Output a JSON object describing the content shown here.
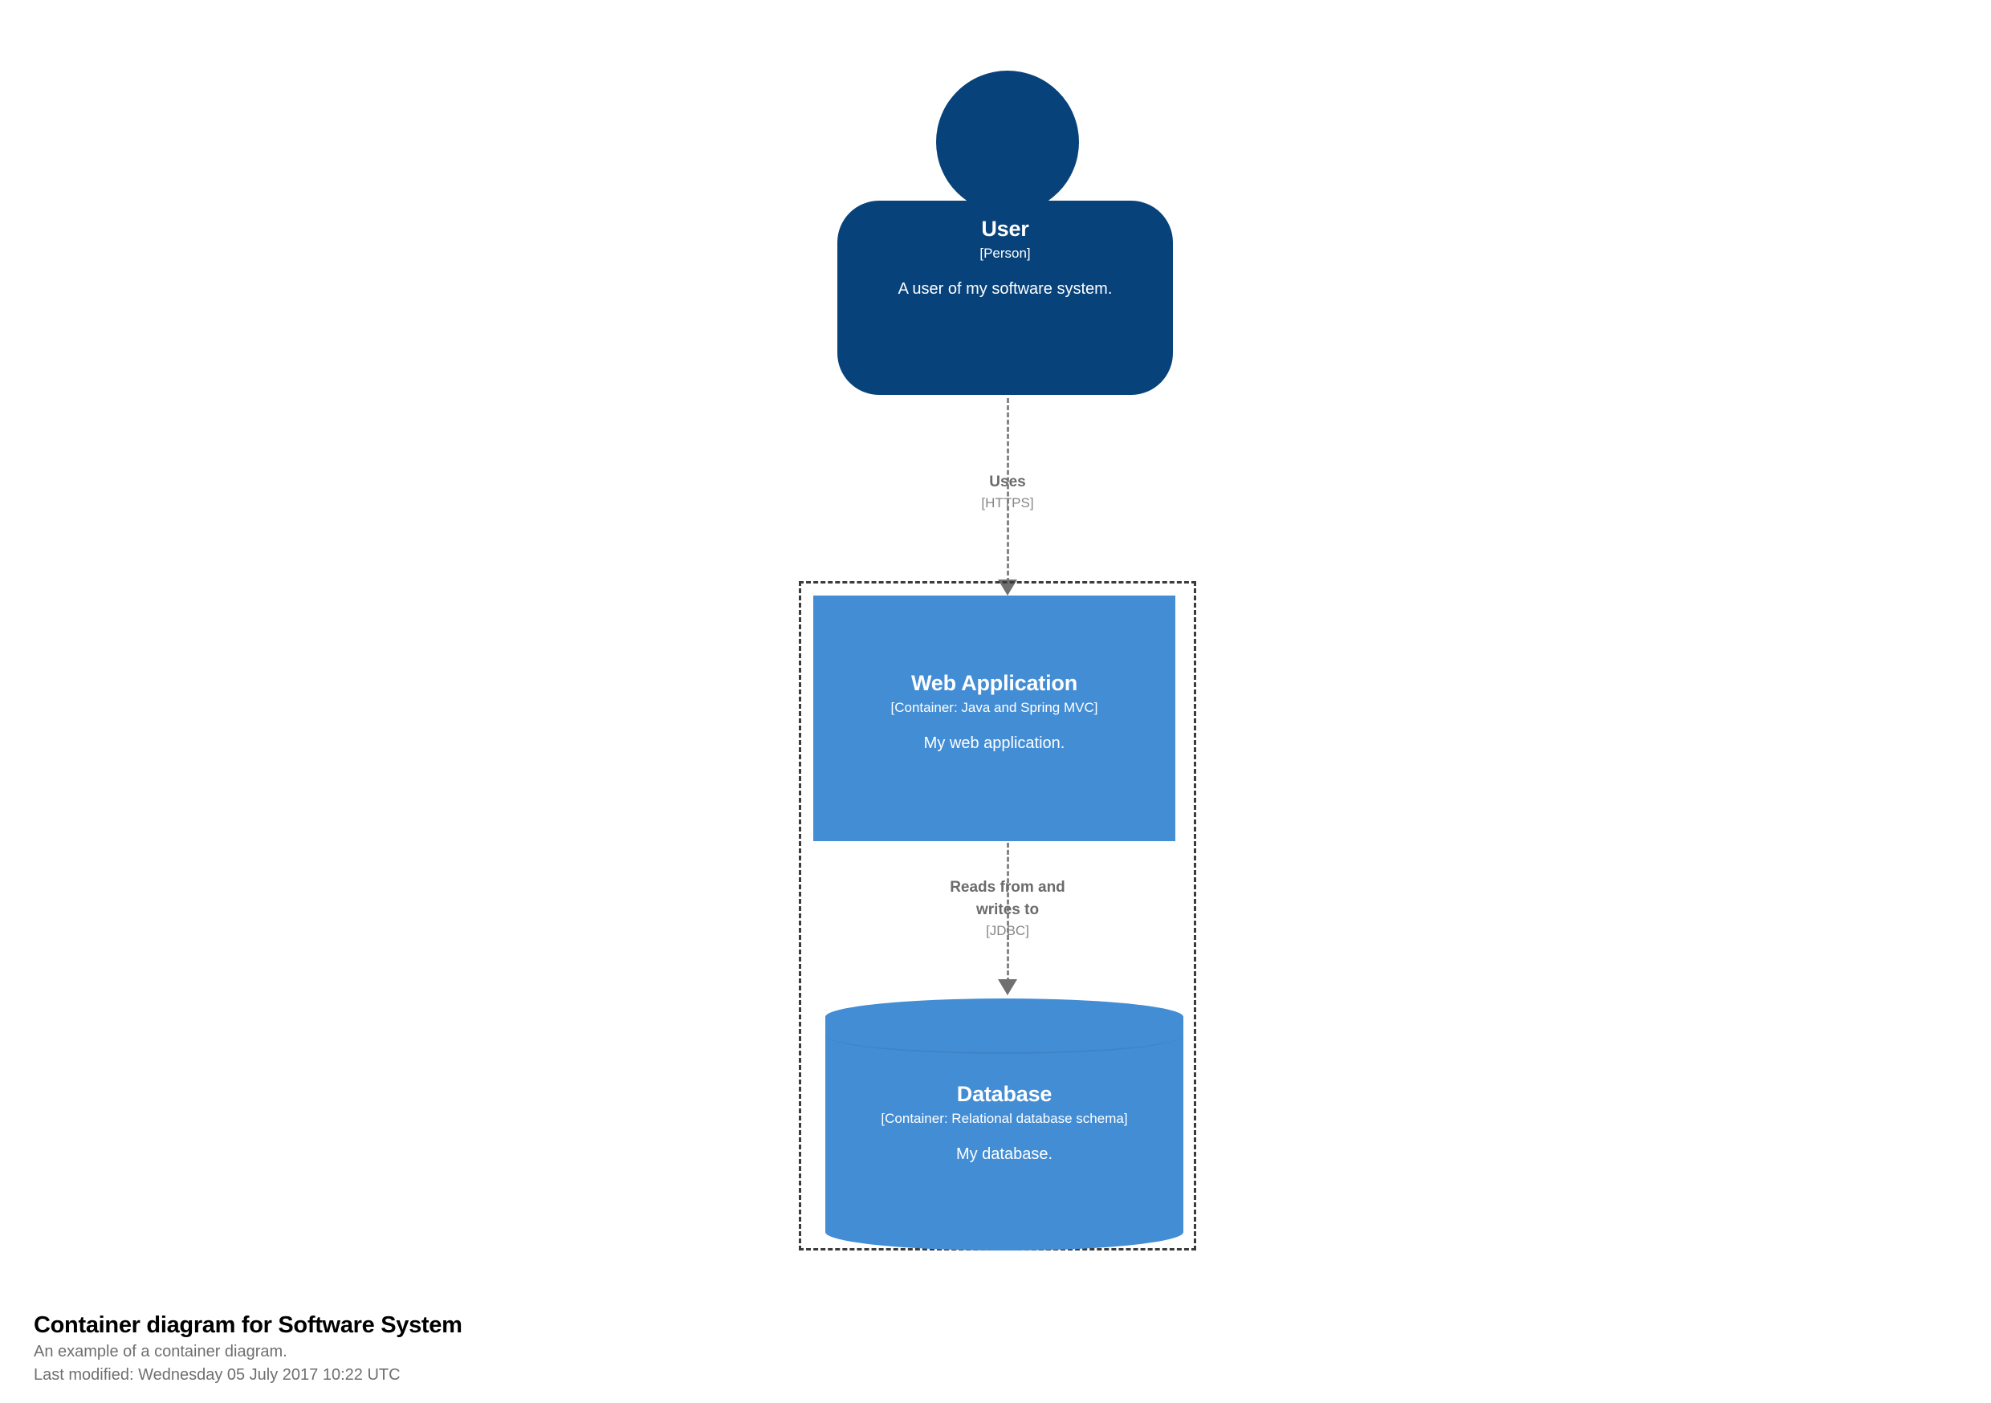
{
  "diagram": {
    "type": "c4-container-diagram",
    "background_color": "#ffffff",
    "person_color": "#08427B",
    "container_color": "#438DD5",
    "boundary_color": "#3B3B3B",
    "relationship_color": "#707070"
  },
  "elements": {
    "user": {
      "name": "User",
      "technology": "[Person]",
      "description": "A user of my software system."
    },
    "web_application": {
      "name": "Web Application",
      "technology": "[Container: Java and Spring MVC]",
      "description": "My web application."
    },
    "database": {
      "name": "Database",
      "technology": "[Container: Relational database schema]",
      "description": "My database."
    }
  },
  "relationships": {
    "user_to_webapp": {
      "description": "Uses",
      "technology": "[HTTPS]"
    },
    "webapp_to_database": {
      "description_line1": "Reads from and",
      "description_line2": "writes to",
      "technology": "[JDBC]"
    }
  },
  "caption": {
    "title": "Container diagram for Software System",
    "subtitle": "An example of a container diagram.",
    "last_modified": "Last modified: Wednesday 05 July 2017 10:22 UTC"
  }
}
